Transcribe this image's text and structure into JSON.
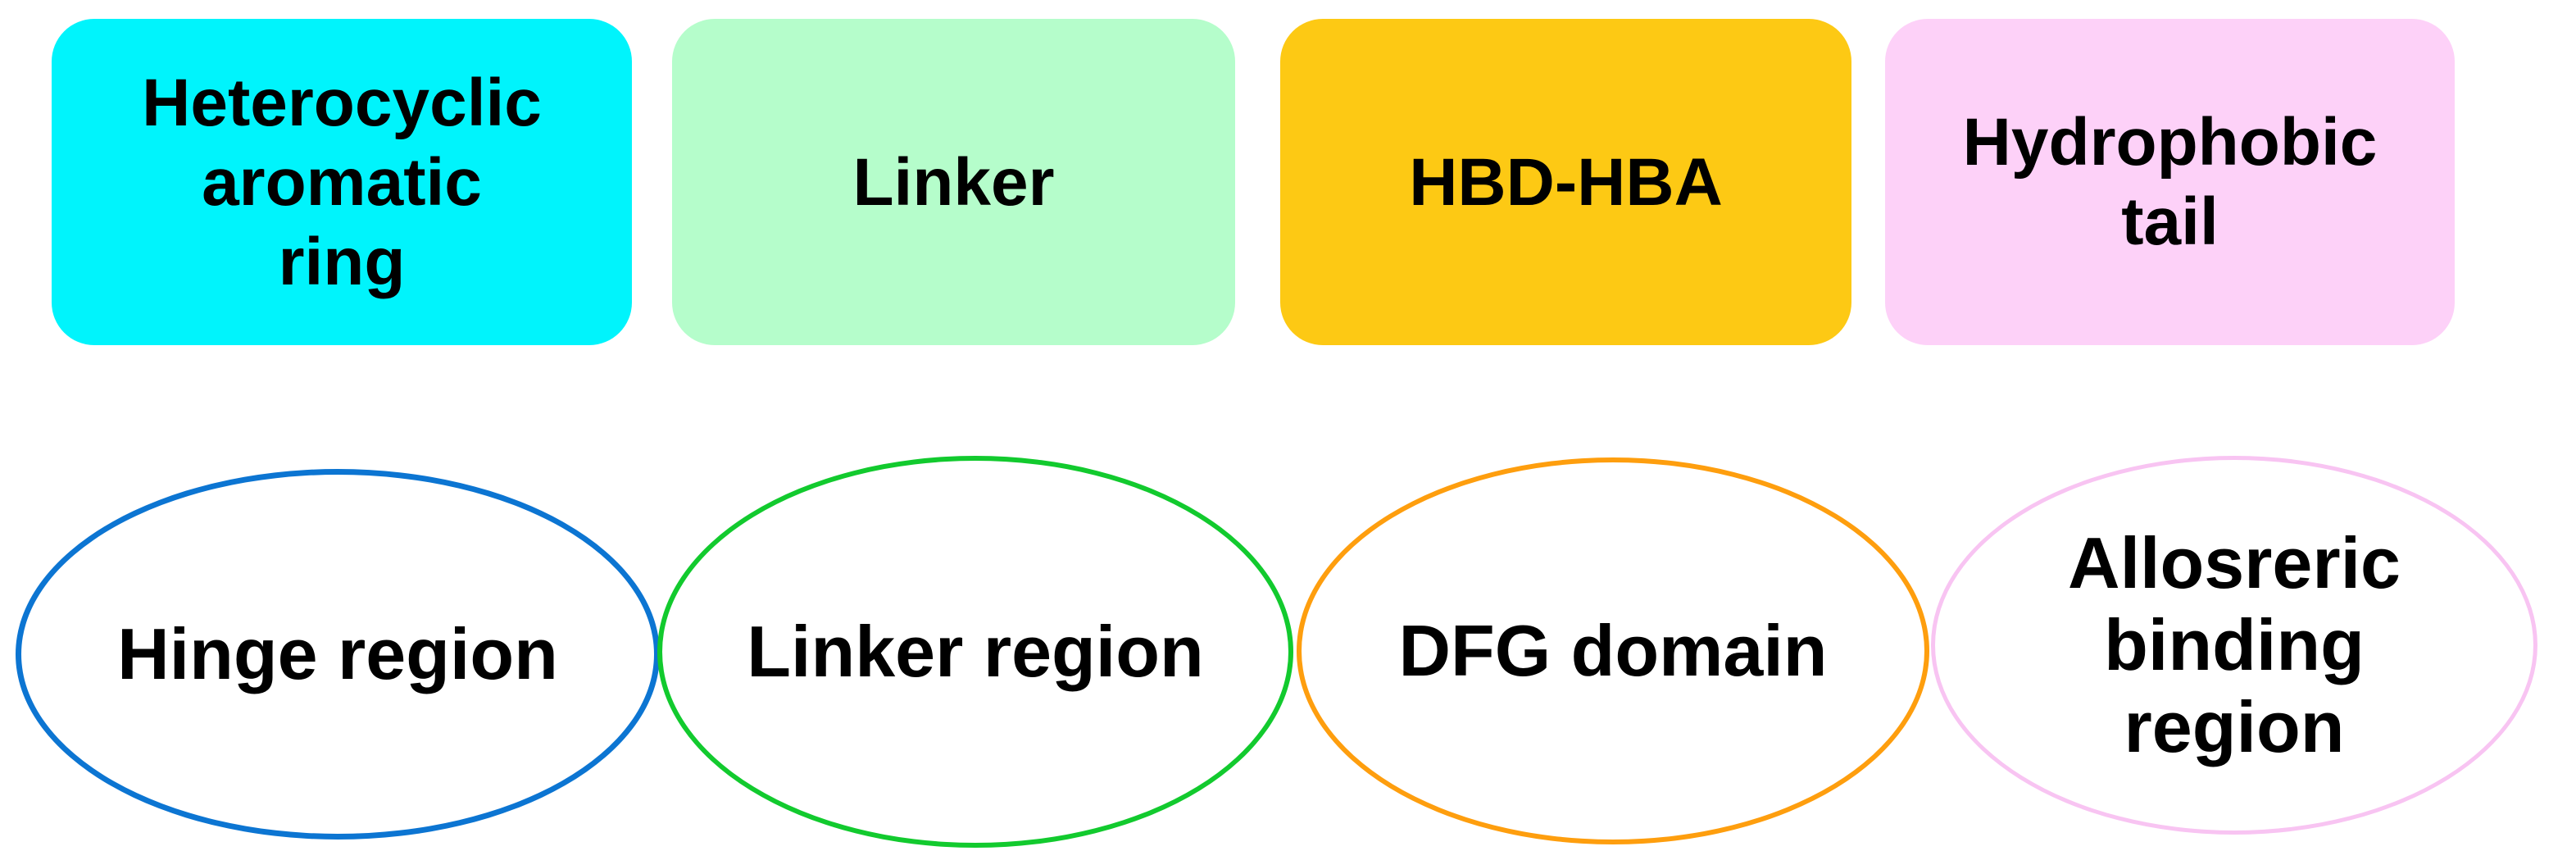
{
  "background_color": "#ffffff",
  "text_color": "#000000",
  "top_row": {
    "boxes": [
      {
        "label": "Heterocyclic\naromatic\nring",
        "fill": "#00f4fc"
      },
      {
        "label": "Linker",
        "fill": "#b5fdcb"
      },
      {
        "label": "HBD-HBA",
        "fill": "#fdc914"
      },
      {
        "label": "Hydrophobic\ntail",
        "fill": "#fdd1f8"
      }
    ]
  },
  "bottom_row": {
    "ellipses": [
      {
        "label": "Hinge region",
        "stroke": "#0c75d2"
      },
      {
        "label": "Linker region",
        "stroke": "#12ca2e"
      },
      {
        "label": "DFG domain",
        "stroke": "#fe9e0e"
      },
      {
        "label": "Allosreric\nbinding\nregion",
        "stroke": "#f8c4f2"
      }
    ]
  }
}
